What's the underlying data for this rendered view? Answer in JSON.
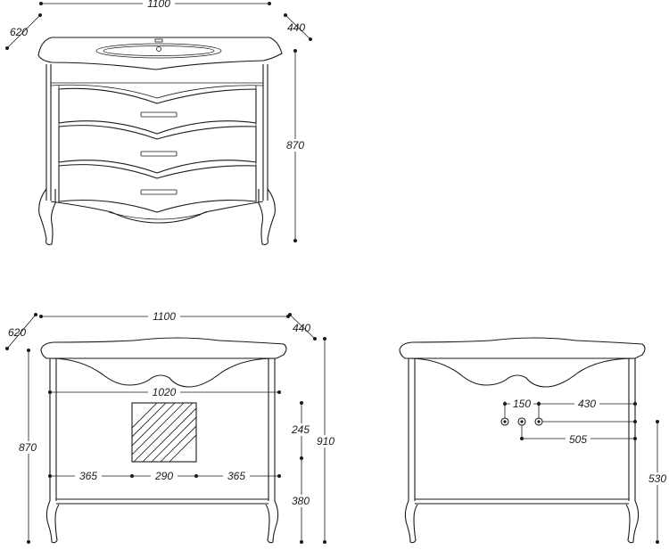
{
  "dimensions": {
    "front_view": {
      "width_total": "1100",
      "depth": "620",
      "depth_top": "440",
      "height": "870"
    },
    "back_view": {
      "width_total": "1100",
      "depth": "620",
      "depth_top": "440",
      "height_left": "870",
      "height_right": "910",
      "inner_width": "1020",
      "segment_left": "365",
      "segment_mid": "290",
      "segment_right": "365",
      "upper_height": "245",
      "lower_height": "380"
    },
    "plumbing_view": {
      "offset_left": "150",
      "offset_right": "430",
      "drain_offset": "505",
      "drain_height": "530"
    }
  }
}
